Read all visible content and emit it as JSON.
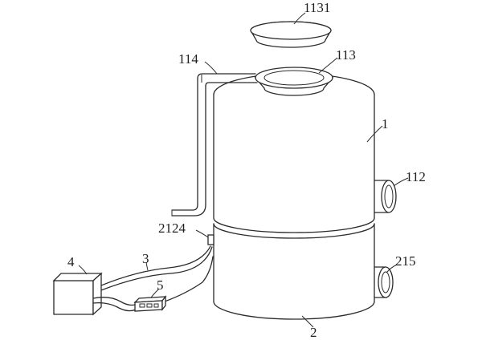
{
  "figure": {
    "labels": {
      "lid": "1131",
      "inlet": "113",
      "pipe": "114",
      "upper_body": "1",
      "side_port": "112",
      "fitting": "2124",
      "cable": "3",
      "box": "4",
      "device": "5",
      "lower_port": "215",
      "lower_body": "2"
    }
  }
}
